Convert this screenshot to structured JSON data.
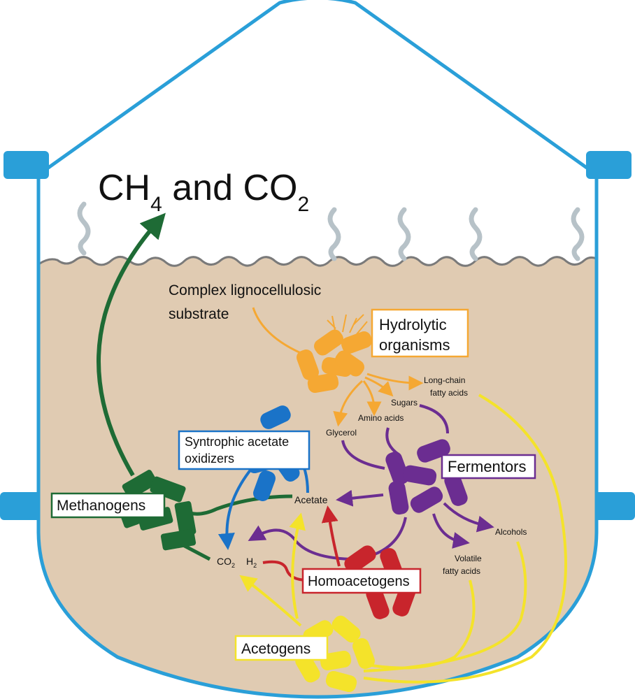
{
  "title": {
    "main": "CH",
    "sub1": "4",
    "mid": " and CO",
    "sub2": "2"
  },
  "substrate": {
    "line1": "Complex lignocellulosic",
    "line2": "substrate"
  },
  "groups": {
    "hydrolytic": {
      "line1": "Hydrolytic",
      "line2": "organisms",
      "color": "#f5a833"
    },
    "fermentors": {
      "label": "Fermentors",
      "color": "#6b2d91"
    },
    "syntrophic": {
      "line1": "Syntrophic acetate",
      "line2": "oxidizers",
      "color": "#1a73c8"
    },
    "methanogens": {
      "label": "Methanogens",
      "color": "#1e6b35"
    },
    "homoacetogens": {
      "label": "Homoacetogens",
      "color": "#c8252c"
    },
    "acetogens": {
      "label": "Acetogens",
      "color": "#f4e32a"
    }
  },
  "products": {
    "long_chain_1": "Long-chain",
    "long_chain_2": "fatty acids",
    "sugars": "Sugars",
    "amino_acids": "Amino acids",
    "glycerol": "Glycerol",
    "acetate": "Acetate",
    "alcohols": "Alcohols",
    "vfa_1": "Volatile",
    "vfa_2": "fatty acids",
    "co2": "CO",
    "co2_sub": "2",
    "h2": "H",
    "h2_sub": "2"
  },
  "colors": {
    "vessel": "#2a9fd8",
    "sludge": "#e0cbb2",
    "surface_line": "#7a7a7a",
    "bubbles": "#b7c2c8"
  }
}
